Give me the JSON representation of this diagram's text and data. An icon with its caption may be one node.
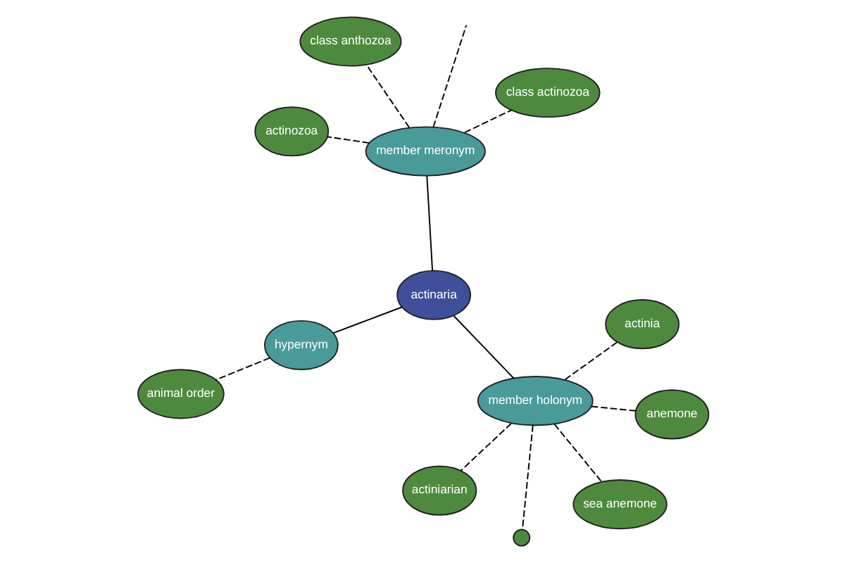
{
  "diagram": {
    "nodes": [
      {
        "text": [
          "actinaria"
        ]
      },
      {
        "text": [
          "hypernym"
        ]
      },
      {
        "text": [
          "animal order"
        ]
      },
      {
        "text": [
          "member meronym"
        ]
      },
      {
        "text": [
          "class actinozoa"
        ]
      },
      {
        "text": [
          "class anthozoa"
        ]
      },
      {
        "text": [
          "actinozoa"
        ]
      },
      {
        "text": [
          "member holonym"
        ]
      },
      {
        "text": [],
        "shape": "circle"
      },
      {
        "text": [
          "anemone"
        ]
      },
      {
        "text": [
          "sea anemone"
        ]
      },
      {
        "text": [
          "actiniarian"
        ]
      },
      {
        "text": [
          "actinia"
        ]
      }
    ],
    "edges": [
      {
        "from": 0,
        "to": 1,
        "arrow": "none"
      },
      {
        "from": 1,
        "to": 2,
        "arrow": "none",
        "style": "dashed"
      },
      {
        "from": 0,
        "to": 3,
        "arrow": "none"
      },
      {
        "from": 3,
        "to": 4,
        "arrow": "none",
        "style": "dashed"
      },
      {
        "from": 3,
        "to": 5,
        "arrow": "none",
        "style": "dashed"
      },
      {
        "from": 3,
        "to": null,
        "arrow": "none",
        "style": "dashed"
      },
      {
        "from": 3,
        "to": 6,
        "arrow": "none",
        "style": "dashed"
      },
      {
        "from": 0,
        "to": 7,
        "arrow": "none"
      },
      {
        "from": 7,
        "to": 8,
        "arrow": "none",
        "style": "dashed"
      },
      {
        "from": 7,
        "to": 9,
        "arrow": "none",
        "style": "dashed"
      },
      {
        "from": 7,
        "to": 10,
        "arrow": "none",
        "style": "dashed"
      },
      {
        "from": 7,
        "to": 11,
        "arrow": "none",
        "style": "dashed"
      },
      {
        "from": 7,
        "to": 12,
        "arrow": "none",
        "style": "dashed"
      }
    ]
  }
}
